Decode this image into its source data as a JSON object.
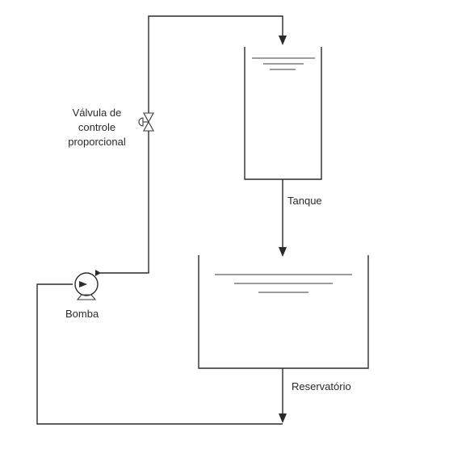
{
  "labels": {
    "valve_line1": "Válvula de",
    "valve_line2": "controle",
    "valve_line3": "proporcional",
    "tank": "Tanque",
    "pump": "Bomba",
    "reservoir": "Reservatório"
  },
  "icons": {
    "valve": "valve-icon",
    "pump": "pump-icon"
  },
  "colors": {
    "line": "#2a2a2a",
    "background": "#ffffff"
  }
}
